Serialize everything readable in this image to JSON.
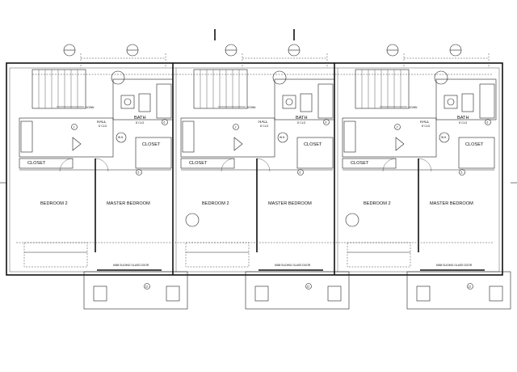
{
  "units": [
    {
      "bedroom2": "BEDROOM 2",
      "master": "MASTER BEDROOM",
      "hall": "HALL",
      "hall_sub": "8' CLG",
      "bath": "BATH",
      "bath_sub": "8' CLG",
      "closet_a": "CLOSET",
      "closet_b": "CLOSET",
      "down": "DOWN",
      "door_note": "6068 SLIDING GLASS DOOR"
    },
    {
      "bedroom2": "BEDROOM 2",
      "master": "MASTER BEDROOM",
      "hall": "HALL",
      "hall_sub": "8' CLG",
      "bath": "BATH",
      "bath_sub": "8' CLG",
      "closet_a": "CLOSET",
      "closet_b": "CLOSET",
      "down": "DOWN",
      "door_note": "6068 SLIDING GLASS DOOR"
    },
    {
      "bedroom2": "BEDROOM 2",
      "master": "MASTER BEDROOM",
      "hall": "HALL",
      "hall_sub": "8' CLG",
      "bath": "BATH",
      "bath_sub": "8' CLG",
      "closet_a": "CLOSET",
      "closet_b": "CLOSET",
      "down": "DOWN",
      "door_note": "6068 SLIDING GLASS DOOR"
    }
  ],
  "tags": {
    "hall_tag": "2",
    "bath_tag": "6",
    "closet_tag": "5",
    "deck_tag": "12",
    "wh_tag": "W.H."
  },
  "colors": {
    "ink": "#111111",
    "paper": "#ffffff"
  }
}
